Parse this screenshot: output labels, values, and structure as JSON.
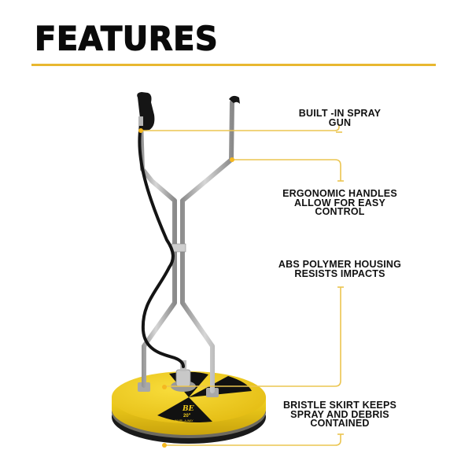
{
  "header": {
    "title": "FEATURES"
  },
  "colors": {
    "accent": "#E8B730",
    "connector": "#EBC550",
    "text": "#111111",
    "housing_yellow": "#F2CC1E",
    "handle_gray": "#B4B4B4",
    "hose_black": "#141414"
  },
  "product": {
    "label_brand": "BE",
    "label_size": "20\"",
    "label_model": "WHIRL-A-WAY"
  },
  "callouts": [
    {
      "lines": [
        "BUILT -IN SPRAY",
        "GUN"
      ]
    },
    {
      "lines": [
        "ERGONOMIC HANDLES",
        "ALLOW FOR EASY",
        "CONTROL"
      ]
    },
    {
      "lines": [
        "ABS POLYMER HOUSING",
        "RESISTS IMPACTS"
      ]
    },
    {
      "lines": [
        "BRISTLE SKIRT KEEPS",
        "SPRAY AND DEBRIS",
        "CONTAINED"
      ]
    }
  ]
}
